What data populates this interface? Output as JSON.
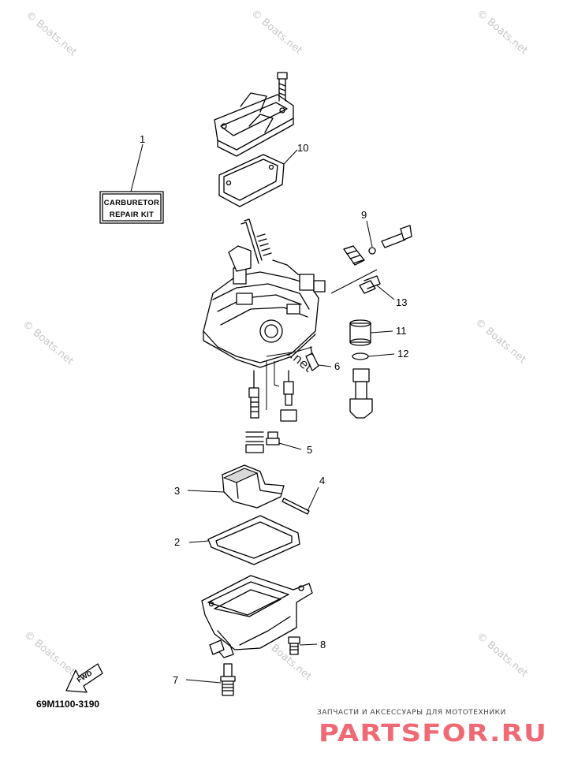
{
  "kit_label": {
    "line1": "CARBURETOR",
    "line2": "REPAIR KIT"
  },
  "callouts": [
    "1",
    "2",
    "3",
    "4",
    "5",
    "6",
    "7",
    "8",
    "9",
    "10",
    "11",
    "12",
    "13"
  ],
  "diagram_code": "69M1100-3190",
  "fwd_label": "FWD",
  "watermark": "© Boats.net",
  "footer": {
    "tagline": "ЗАПЧАСТИ И АКСЕССУАРЫ ДЛЯ МОТОТЕХНИКИ",
    "logo": "PARTSFOR.RU",
    "logo_color": "#ef6a75"
  }
}
